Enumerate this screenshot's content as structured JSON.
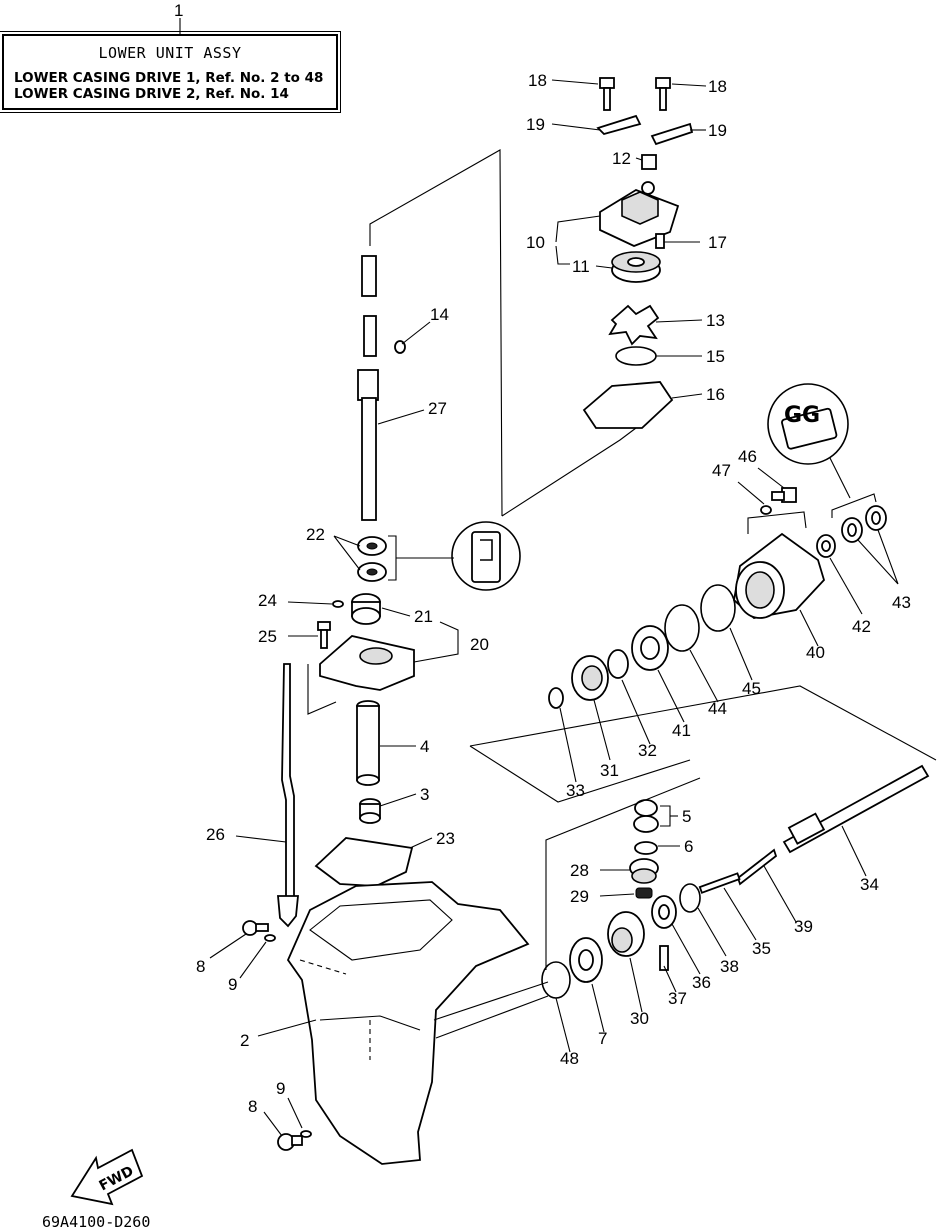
{
  "assembly_box": {
    "ref": "1",
    "title": "LOWER UNIT ASSY",
    "line1": "LOWER CASING DRIVE 1, Ref. No. 2 to 48",
    "line2": "LOWER CASING DRIVE 2, Ref. No. 14"
  },
  "diagram_code": "69A4100-D260",
  "fwd_label": "FWD",
  "seal_symbol": "GG",
  "callouts": {
    "c18a": "18",
    "c18b": "18",
    "c19a": "19",
    "c19b": "19",
    "c12": "12",
    "c10": "10",
    "c17": "17",
    "c11": "11",
    "c13": "13",
    "c15": "15",
    "c16": "16",
    "c14": "14",
    "c27": "27",
    "c22": "22",
    "c24": "24",
    "c21": "21",
    "c20": "20",
    "c25": "25",
    "c4": "4",
    "c3": "3",
    "c23": "23",
    "c26": "26",
    "c8a": "8",
    "c9a": "9",
    "c2": "2",
    "c8b": "8",
    "c9b": "9",
    "c47": "47",
    "c46": "46",
    "c43": "43",
    "c42": "42",
    "c40": "40",
    "c45": "45",
    "c44": "44",
    "c41": "41",
    "c32": "32",
    "c31": "31",
    "c33": "33",
    "c5": "5",
    "c6": "6",
    "c28": "28",
    "c29": "29",
    "c34": "34",
    "c39": "39",
    "c35": "35",
    "c38": "38",
    "c36": "36",
    "c37": "37",
    "c30": "30",
    "c7": "7",
    "c48": "48"
  }
}
